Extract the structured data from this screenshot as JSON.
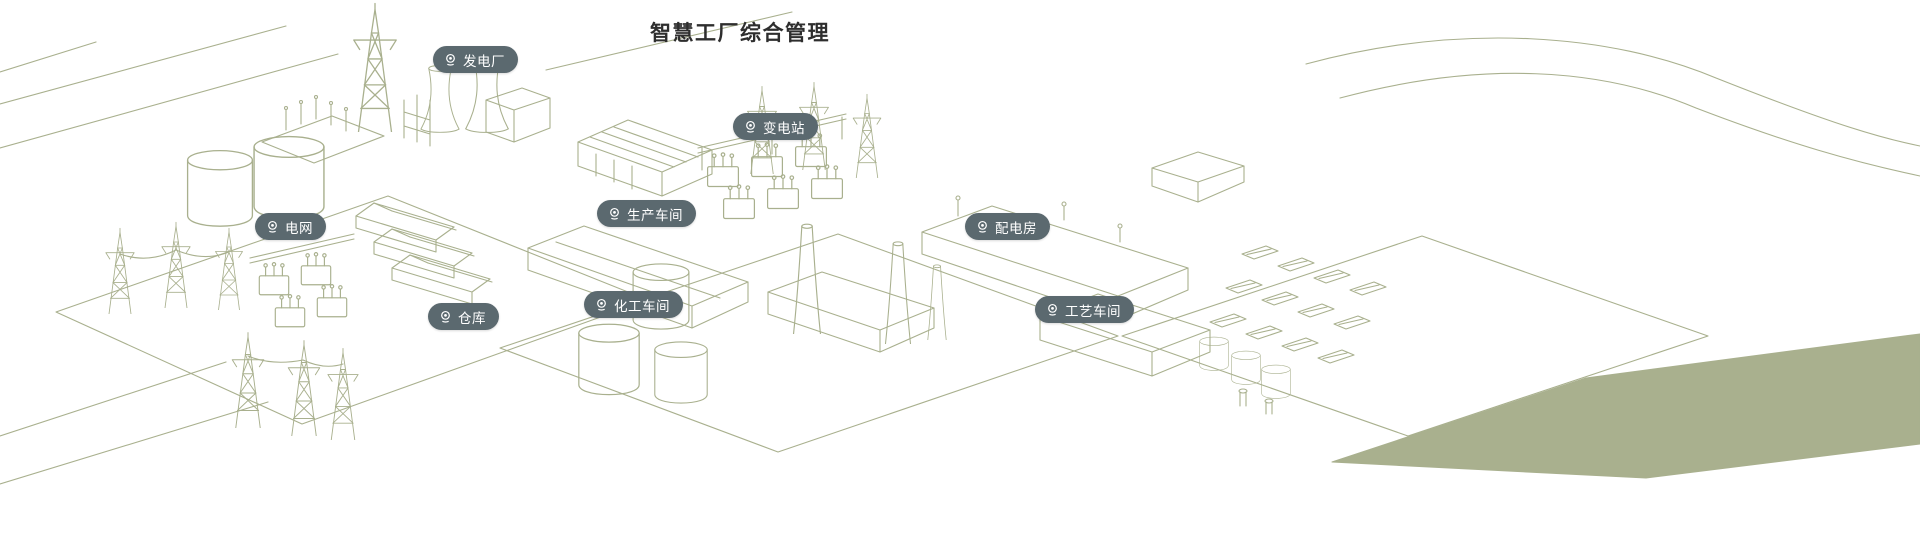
{
  "page": {
    "title": "智慧工厂综合管理"
  },
  "theme": {
    "background": "#ffffff",
    "illustration_line_color": "#a9b08e",
    "marker_background": "#5b696f",
    "marker_text_color": "#ffffff",
    "title_color": "#2e2e2e"
  },
  "icons": {
    "marker_icon": "camera-icon"
  },
  "labels": [
    {
      "name": "power-plant",
      "text": "发电厂"
    },
    {
      "name": "substation",
      "text": "变电站"
    },
    {
      "name": "power-grid",
      "text": "电网"
    },
    {
      "name": "production-workshop",
      "text": "生产车间"
    },
    {
      "name": "distribution-room",
      "text": "配电房"
    },
    {
      "name": "warehouse",
      "text": "仓库"
    },
    {
      "name": "chemical-workshop",
      "text": "化工车间"
    },
    {
      "name": "process-workshop",
      "text": "工艺车间"
    }
  ]
}
